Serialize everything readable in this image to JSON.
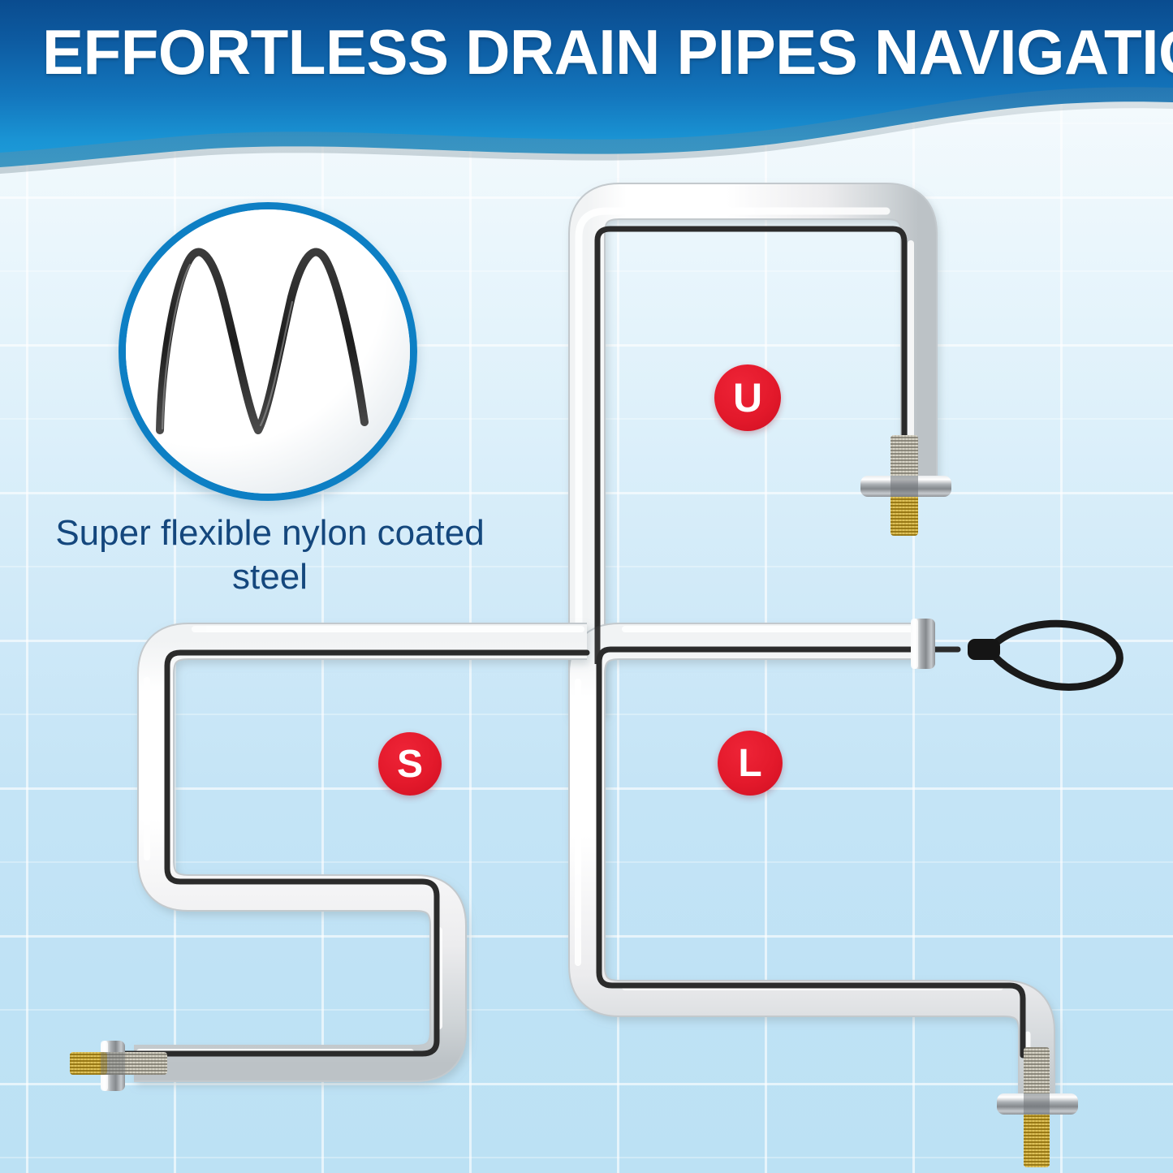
{
  "header": {
    "title": "EFFORTLESS DRAIN PIPES NAVIGATION",
    "band_color_top": "#0a4c8f",
    "band_color_bottom": "#1ea0dc",
    "title_color": "#ffffff"
  },
  "inset": {
    "icon_name": "flexible-coil-wave",
    "caption_line1": "Super flexible nylon",
    "caption_line2": "coated steel",
    "caption": "Super flexible nylon coated steel",
    "ring_color": "#0d7fc4",
    "caption_color": "#14477d",
    "wave_color": "#2a2a2a"
  },
  "background": {
    "tile_color_top": "#fdfeff",
    "tile_color_bottom": "#bce1f4",
    "grout_color": "#ffffff"
  },
  "badges": [
    {
      "id": "u",
      "label": "U",
      "color": "#e3192b",
      "text_color": "#ffffff"
    },
    {
      "id": "s",
      "label": "S",
      "color": "#e3192b",
      "text_color": "#ffffff"
    },
    {
      "id": "l",
      "label": "L",
      "color": "#e3192b",
      "text_color": "#ffffff"
    }
  ],
  "pipes": {
    "pipe_color": "#ffffff",
    "pipe_shadow_color": "#b9c2c7",
    "cable_color": "#2b2b2b",
    "collar_color": "#b9bec2",
    "brush_color_gold": "#c9a227",
    "brush_color_silver": "#b8b3a4",
    "shapes": [
      {
        "id": "u",
        "label": "U",
        "description": "U-shaped drain pipe, top right"
      },
      {
        "id": "s",
        "label": "S",
        "description": "S-shaped drain pipe, left"
      },
      {
        "id": "l",
        "label": "L",
        "description": "L-shaped drain pipe, lower right"
      }
    ]
  },
  "tool": {
    "handle_name": "loop-handle",
    "brush_tip_name": "wire-brush-tip",
    "collar_name": "metal-collar"
  }
}
